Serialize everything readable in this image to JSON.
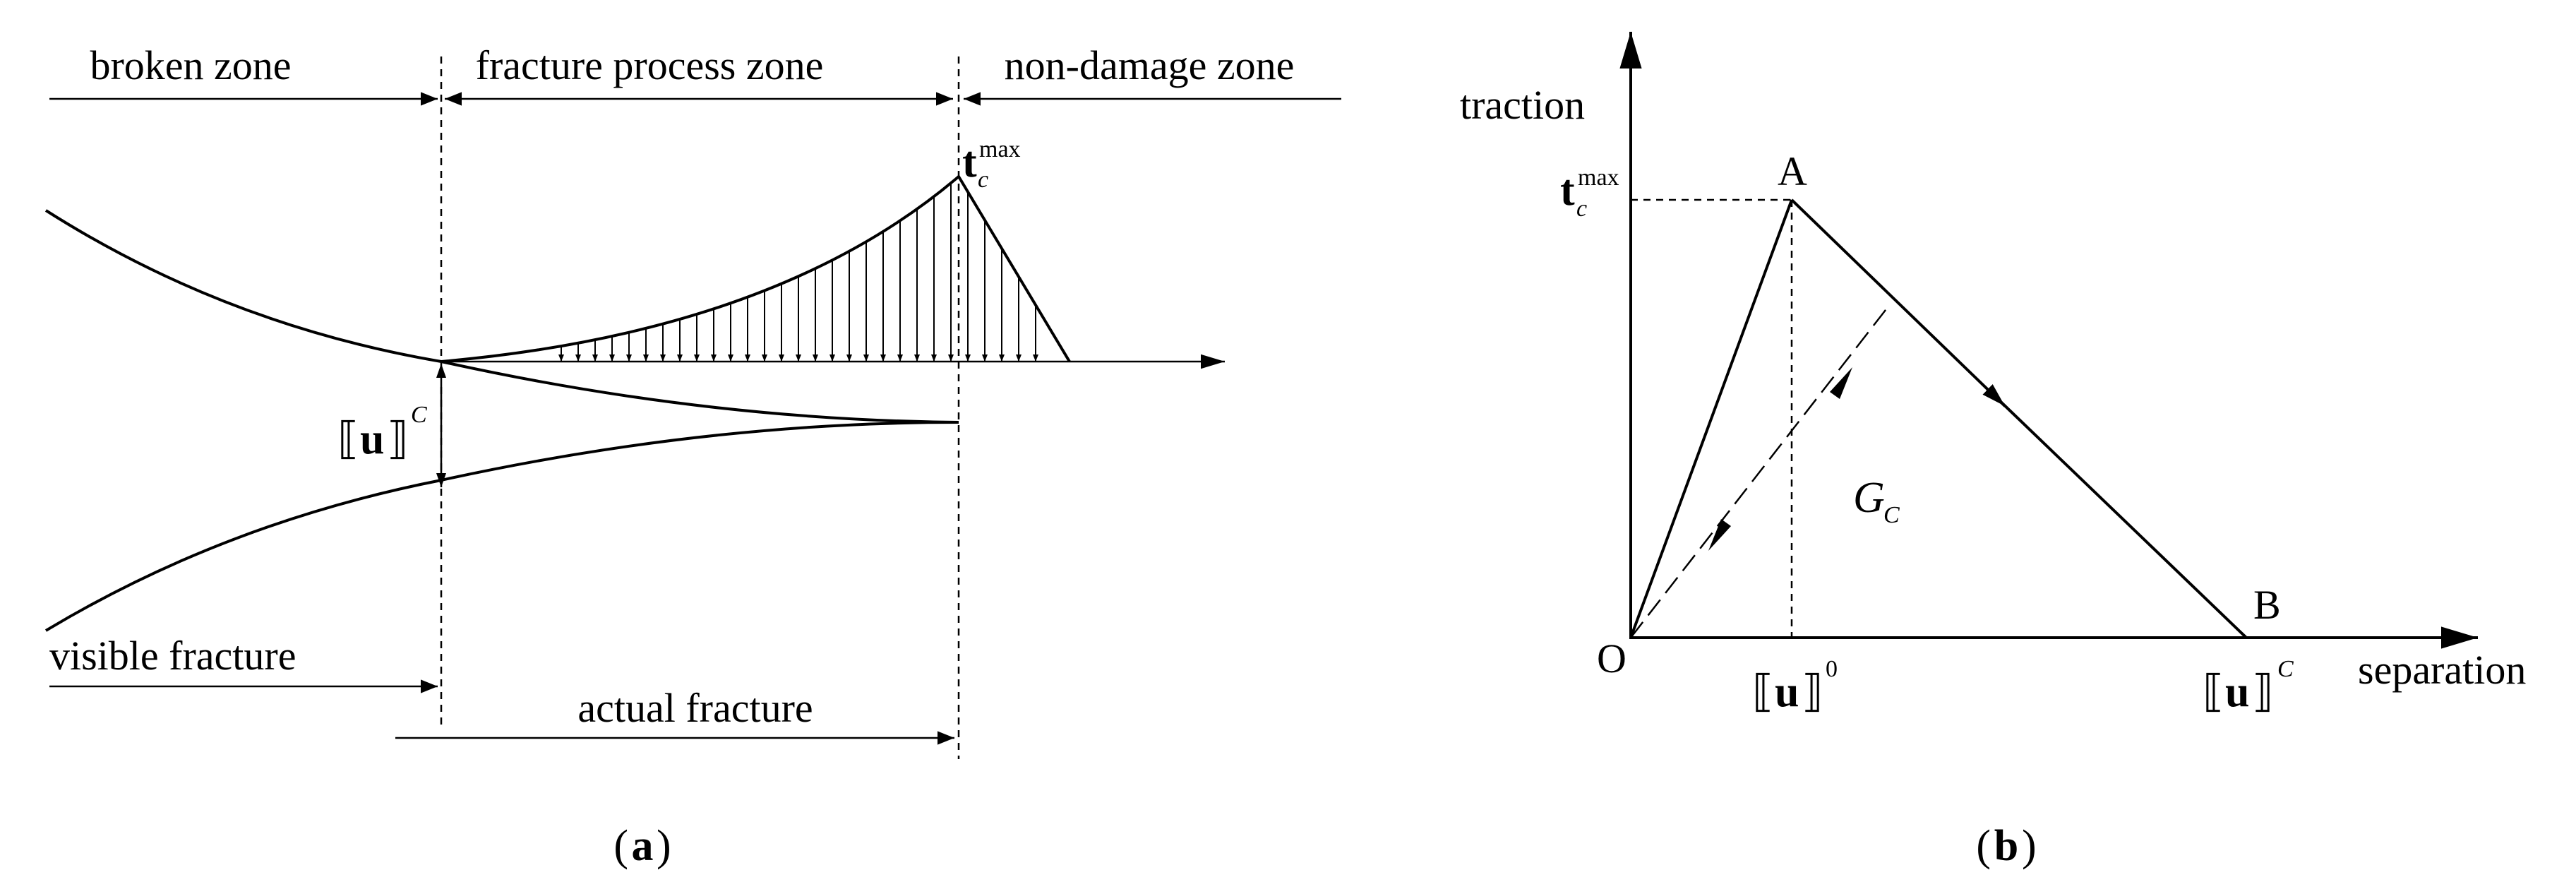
{
  "panel_a": {
    "zones": {
      "broken": "broken zone",
      "process": "fracture process zone",
      "nondamage": "non-damage zone"
    },
    "traction_label": "t",
    "traction_sub": "c",
    "traction_sup": "max",
    "opening_label": "u",
    "opening_sup": "C",
    "visible_fracture": "visible fracture",
    "actual_fracture": "actual fracture",
    "caption_letter": "a"
  },
  "panel_b": {
    "y_axis_label": "traction",
    "x_axis_label": "separation",
    "peak_label": "t",
    "peak_sub": "c",
    "peak_sup": "max",
    "point_A": "A",
    "point_B": "B",
    "point_O": "O",
    "u0_label": "u",
    "u0_sup": "0",
    "uc_label": "u",
    "uc_sup": "C",
    "energy_label": "G",
    "energy_sub": "C",
    "caption_letter": "b"
  },
  "colors": {
    "ink": "#000000",
    "background": "#ffffff"
  }
}
